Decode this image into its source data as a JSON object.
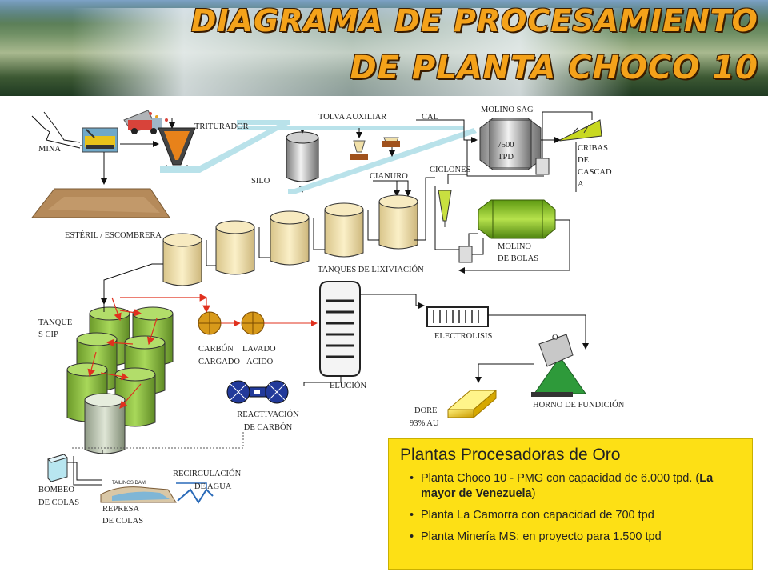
{
  "title": {
    "line1": "DIAGRAMA DE PROCESAMIENTO",
    "line2": "DE PLANTA CHOCO 10"
  },
  "labels": {
    "mina": "MINA",
    "triturador": "TRITURADOR",
    "silo": "SILO",
    "tolva_auxiliar": "TOLVA AUXILIAR",
    "cal": "CAL",
    "molino_sag": "MOLINO SAG",
    "capacity_value": "7500",
    "capacity_unit": "TPD",
    "cribas_line1": "CRIBAS",
    "cribas_line2": "DE",
    "cribas_line3": "CASCAD",
    "cribas_line4": "A",
    "cianuro": "CIANURO",
    "ciclones": "CICLONES",
    "esteril": "ESTÉRIL / ESCOMBRERA",
    "tanques_lixiviacion": "TANQUES  DE LIXIVIACIÓN",
    "molino_bolas_line1": "MOLINO",
    "molino_bolas_line2": "DE BOLAS",
    "tanques_cip_line1": "TANQUE",
    "tanques_cip_line2": "S CIP",
    "carbon_cargado_line1": "CARBÓN",
    "carbon_cargado_line2": "CARGADO",
    "lavado_acido_line1": "LAVADO",
    "lavado_acido_line2": "ACIDO",
    "elucion": "ELUCIÓN",
    "electrolisis": "ELECTROLISIS",
    "horno_marker": "O",
    "horno_fundicion": "HORNO DE FUNDICIÓN",
    "dore_line1": "DORE",
    "dore_line2": "93% AU",
    "reactivacion_line1": "REACTIVACIÓN",
    "reactivacion_line2": "DE CARBÓN",
    "recirculacion_line1": "RECIRCULACIÓN",
    "recirculacion_line2": "DE AGUA",
    "bombeo_line1": "BOMBEO",
    "bombeo_line2": "DE COLAS",
    "represa_line1": "REPRESA",
    "represa_line2": "DE COLAS",
    "tailings_dam": "TAILINGS DAM"
  },
  "infobox": {
    "heading": "Plantas Procesadoras de Oro",
    "item1_pre": "Planta Choco 10 - PMG con capacidad de 6.000 tpd. (",
    "item1_bold": "La mayor de Venezuela",
    "item1_post": ")",
    "item2": "Planta La Camorra con capacidad de 700 tpd",
    "item3": "Planta Minería MS: en proyecto para 1.500 tpd"
  },
  "colors": {
    "title": "#f4a21a",
    "cip_tank": "#8cc63f",
    "mill_green": "#7fbf1f",
    "leach_tank": "#f4e2a8",
    "conveyor": "#b9e2ea",
    "flow_arrow_red": "#e0301e",
    "infobox": "#fde015"
  },
  "icons": [
    "dump-truck-icon",
    "excavator-icon",
    "gold-bar-icon",
    "tailings-dam-icon"
  ]
}
